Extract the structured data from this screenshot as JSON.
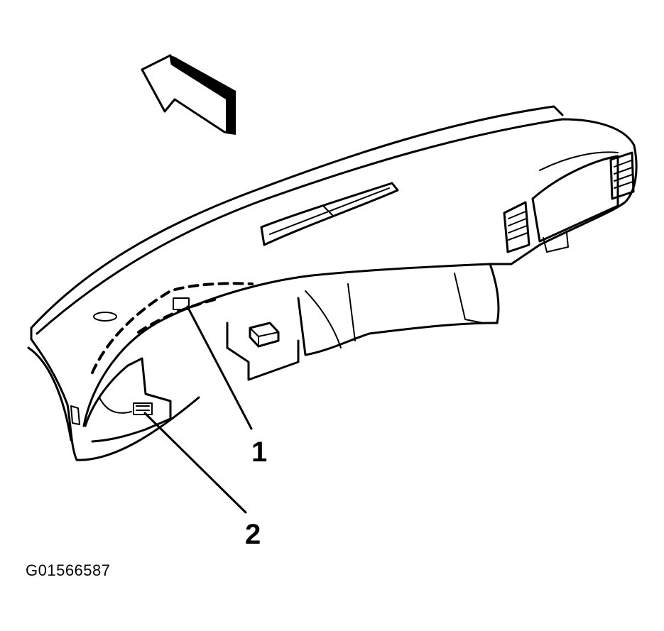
{
  "figure": {
    "id": "G01566587",
    "callouts": [
      {
        "number": "1"
      },
      {
        "number": "2"
      }
    ]
  },
  "colors": {
    "ink": "#000000",
    "paper": "#ffffff"
  }
}
